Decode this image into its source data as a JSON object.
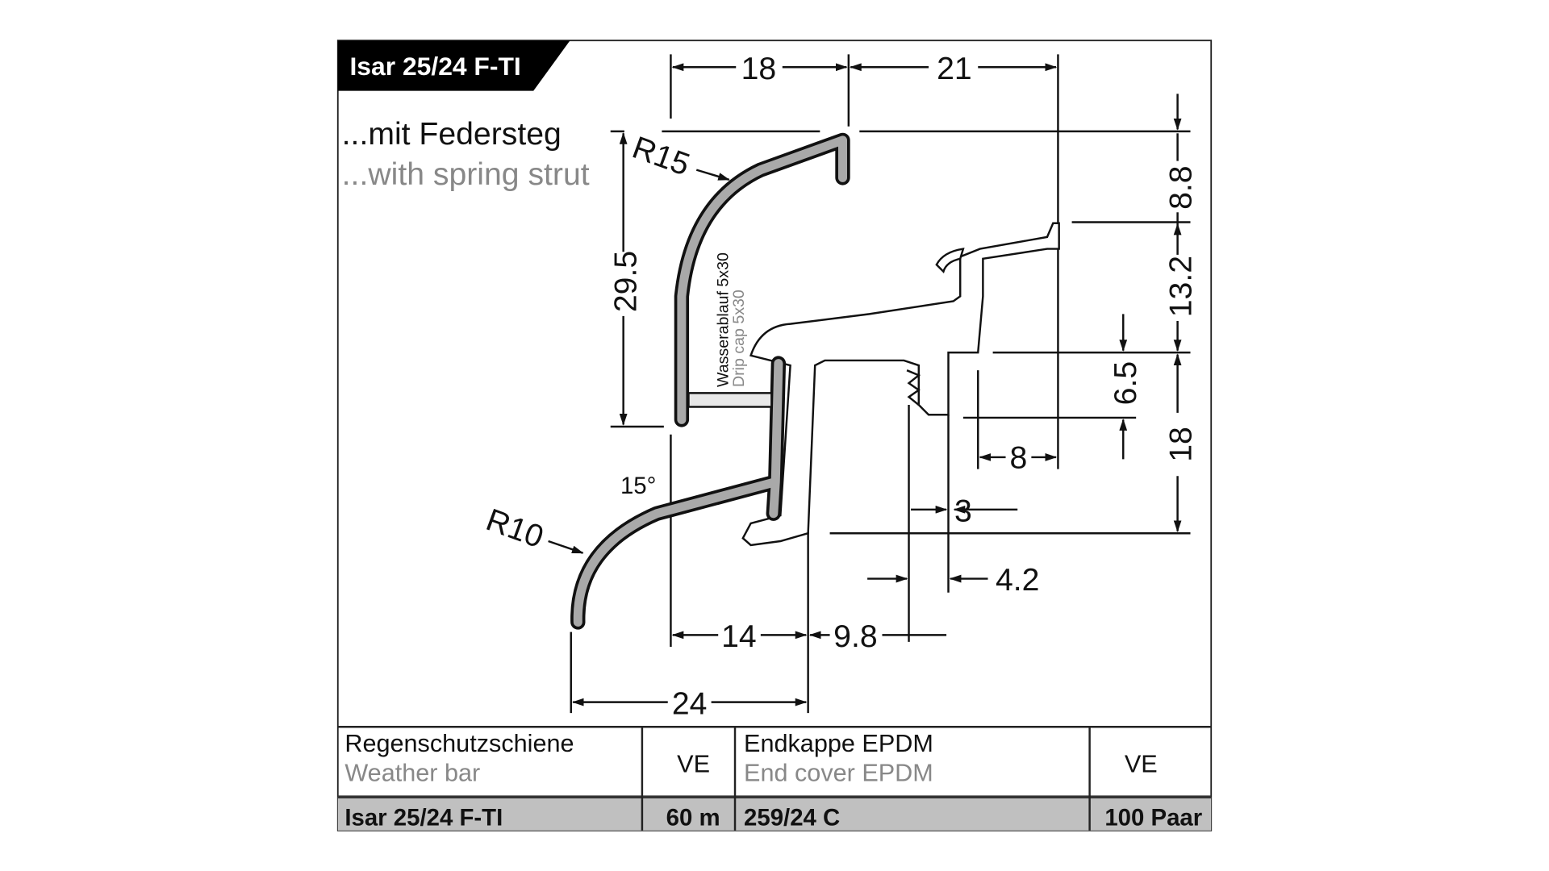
{
  "title": "Isar 25/24 F-TI",
  "subtitle_de": "...mit Federsteg",
  "subtitle_en": "...with spring strut",
  "dimensions": {
    "top_left": "18",
    "top_right": "21",
    "right_1": "8.8",
    "right_2": "13.2",
    "right_3": "18",
    "inner_v": "6.5",
    "d8": "8",
    "d3": "3",
    "d42": "4.2",
    "d295": "29.5",
    "d14": "14",
    "d98": "9.8",
    "d24": "24",
    "r15": "R15",
    "r10": "R10",
    "angle": "15°"
  },
  "drip_cap_de": "Wasserablauf 5x30",
  "drip_cap_en": "Drip cap 5x30",
  "table": {
    "col1_de": "Regenschutzschiene",
    "col1_en": "Weather bar",
    "col2": "VE",
    "col3_de": "Endkappe EPDM",
    "col3_en": "End cover EPDM",
    "col4": "VE",
    "row": [
      "Isar 25/24 F-TI",
      "60 m",
      "259/24 C",
      "100 Paar"
    ]
  },
  "colors": {
    "profile": "#a9a9a9",
    "table_row": "#c0c0c0"
  }
}
